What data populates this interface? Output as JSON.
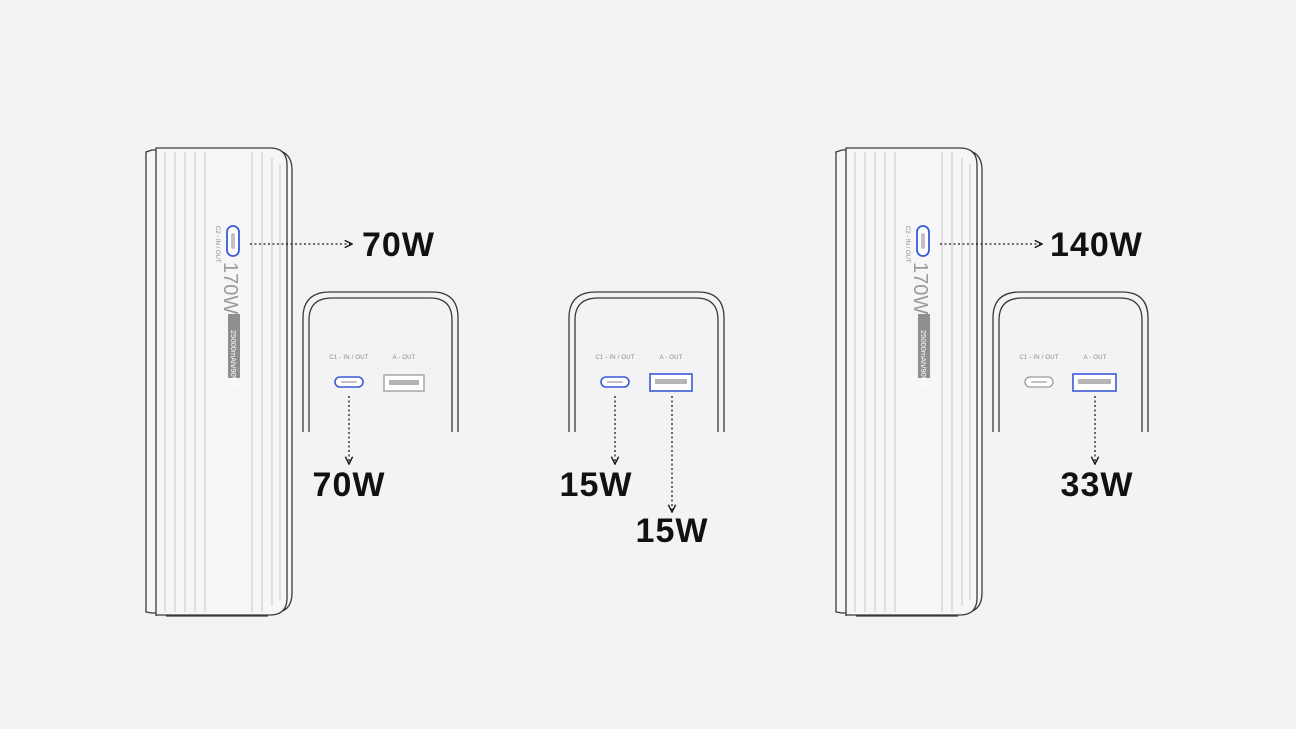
{
  "colors": {
    "background": "#f3f3f5",
    "outline": "#3a3a3a",
    "active_port": "#3a5ad8",
    "inactive_port": "#9a9a9a",
    "text": "#111111"
  },
  "panels": [
    {
      "side": {
        "port_label": "C2 - IN / OUT",
        "watt_text": "170W",
        "capacity_text": "25000mAh/90Wh",
        "output": "70W"
      },
      "front": {
        "c1_label": "C1 - IN / OUT",
        "a_label": "A - OUT",
        "c1_output": "70W",
        "a_output": ""
      }
    },
    {
      "front": {
        "c1_label": "C1 - IN / OUT",
        "a_label": "A - OUT",
        "c1_output": "15W",
        "a_output": "15W"
      }
    },
    {
      "side": {
        "port_label": "C2 - IN / OUT",
        "watt_text": "170W",
        "capacity_text": "25000mAh/90Wh",
        "output": "140W"
      },
      "front": {
        "c1_label": "C1 - IN / OUT",
        "a_label": "A - OUT",
        "c1_output": "",
        "a_output": "33W"
      }
    }
  ]
}
